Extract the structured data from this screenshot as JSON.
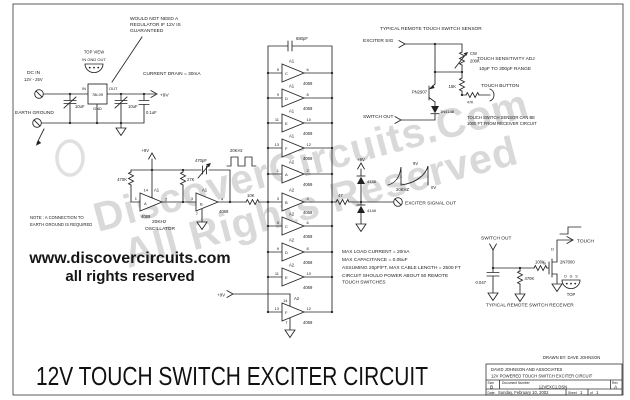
{
  "title": "12V TOUCH SWITCH EXCITER CIRCUIT",
  "watermarks": {
    "brand": "DiscoverCircuits.Com",
    "rights": "All Rights Reserved",
    "site": "www.discovercircuits.com",
    "site_rights": "all rights reserved"
  },
  "power": {
    "note": [
      "WOULD NOT NEED A",
      "REGULATOR IF 12V IS",
      "GUARANTEED"
    ],
    "top_view": "TOP VIEW",
    "pinout": "IN  GND  OUT",
    "dc_in": "DC IN",
    "dc_range": "12V - 25V",
    "current": "CURRENT DRAIN = 30mA",
    "regulator": "78L09",
    "in": "IN",
    "out": "OUT",
    "gnd": "GND",
    "rail": "+9V",
    "c1": "10uF",
    "c2": "10uF",
    "c3": "0.1uF",
    "earth": "EARTH GROUND",
    "earth_note": [
      "NOTE : A CONNECTION TO",
      "EARTH GROUND IS REQUIRED"
    ]
  },
  "osc": {
    "v9": "+9V",
    "r1": "470K",
    "r2": "27K",
    "c1": "470pF",
    "r3": "10K",
    "freq": "20KHz",
    "name": "OSCILLATOR",
    "wave": "20KHz",
    "a": {
      "pin14": "14",
      "chip": "A1",
      "letter": "A",
      "pin1": "1",
      "pin2": "2",
      "part": "4069"
    },
    "b": {
      "chip": "A1",
      "letter": "B",
      "pin3": "3",
      "pin4": "4",
      "pin7": "7",
      "part": "4069"
    }
  },
  "stack": {
    "cap": "680pF",
    "v9": "+9V",
    "gates": [
      {
        "chip": "A1",
        "letter": "C",
        "pin_in": "5",
        "pin_out": "6",
        "part": "4069"
      },
      {
        "chip": "A1",
        "letter": "D",
        "pin_in": "9",
        "pin_out": "8",
        "part": "4069"
      },
      {
        "chip": "A1",
        "letter": "E",
        "pin_in": "11",
        "pin_out": "10",
        "part": "4069"
      },
      {
        "chip": "A1",
        "letter": "F",
        "pin_in": "13",
        "pin_out": "12",
        "part": "4069"
      },
      {
        "chip": "A2",
        "letter": "A",
        "pin_in": "1",
        "pin_out": "2",
        "part": "4069"
      },
      {
        "chip": "A2",
        "letter": "B",
        "pin_in": "3",
        "pin_out": "4",
        "part": "4069"
      },
      {
        "chip": "A2",
        "letter": "C",
        "pin_in": "5",
        "pin_out": "6",
        "part": "4069"
      },
      {
        "chip": "A2",
        "letter": "D",
        "pin_in": "9",
        "pin_out": "8",
        "part": "4069"
      },
      {
        "chip": "A2",
        "letter": "E",
        "pin_in": "11",
        "pin_out": "10",
        "part": "4069"
      },
      {
        "chip": "A2",
        "letter": "F",
        "pin_in": "13",
        "pin_out": "12",
        "part": "4069",
        "pin14": "14",
        "pin7": "7"
      }
    ]
  },
  "exciter": {
    "r": "47",
    "v9": "+9V",
    "d1": "4148",
    "d2": "4148",
    "label": "EXCITER SIGNAL OUT",
    "wave_freq": "20KHZ",
    "wave_hi": "9V",
    "wave_lo": "0V"
  },
  "notes": [
    "MAX LOAD CURRENT = 20mA",
    "MAX CAPACITANCE = 0.05uF",
    "ASSUMING 20pF/FT, MAX CABLE LENGTH = 2500 FT",
    "CIRCUIT SHOULD POWER ABOUT 50 REMOTE",
    "TOUCH SWITCHES"
  ],
  "sensor": {
    "title": "TYPICAL REMOTE TOUCH SWITCH SENSOR",
    "exciter_sig": "EXCITER SIG",
    "cw": "CW",
    "pot": "200K",
    "r1": "15K",
    "r2": "47K",
    "adj1": "TOUCH SENSITIVITY ADJ",
    "adj2": "10pF TO 300pF RANGE",
    "touch_button": "TOUCH BUTTON",
    "q": "PN2907",
    "d": "1N4148",
    "switch_out": "SWITCH OUT",
    "note1": "TOUCH SWITCH SENSOR CAN BE",
    "note2": "1000 FT FROM RECEIVER CIRCUIT"
  },
  "receiver": {
    "switch_out": "SWITCH OUT",
    "c": "0.047",
    "r1": "470K",
    "r2": "100K",
    "g": "G",
    "d": "D",
    "q": "2N7000",
    "touch": "TOUCH",
    "pkg_d": "D",
    "pkg_g": "G",
    "pkg_s": "S",
    "pkg_top": "TOP",
    "caption": "TYPICAL REMOTE SWITCH RECEIVER"
  },
  "titleblock": {
    "drawn_by": "DRAWN BY: DAVE JOHNSON",
    "company": "DAVID JOHNSON AND ASSOCIATES",
    "doc_title": "12V POWERED TOUCH SWITCH EXCITER CIRCUIT",
    "size_label": "Size",
    "size": "B",
    "doc_label": "Document Number",
    "doc_number": "12VEXC1.DSN",
    "rev_label": "Rev",
    "rev": "A",
    "date_label": "Date:",
    "date": "Sunday, February 10, 2002",
    "sheet_label": "Sheet",
    "sheet": "1",
    "of": "of",
    "total": "1"
  }
}
